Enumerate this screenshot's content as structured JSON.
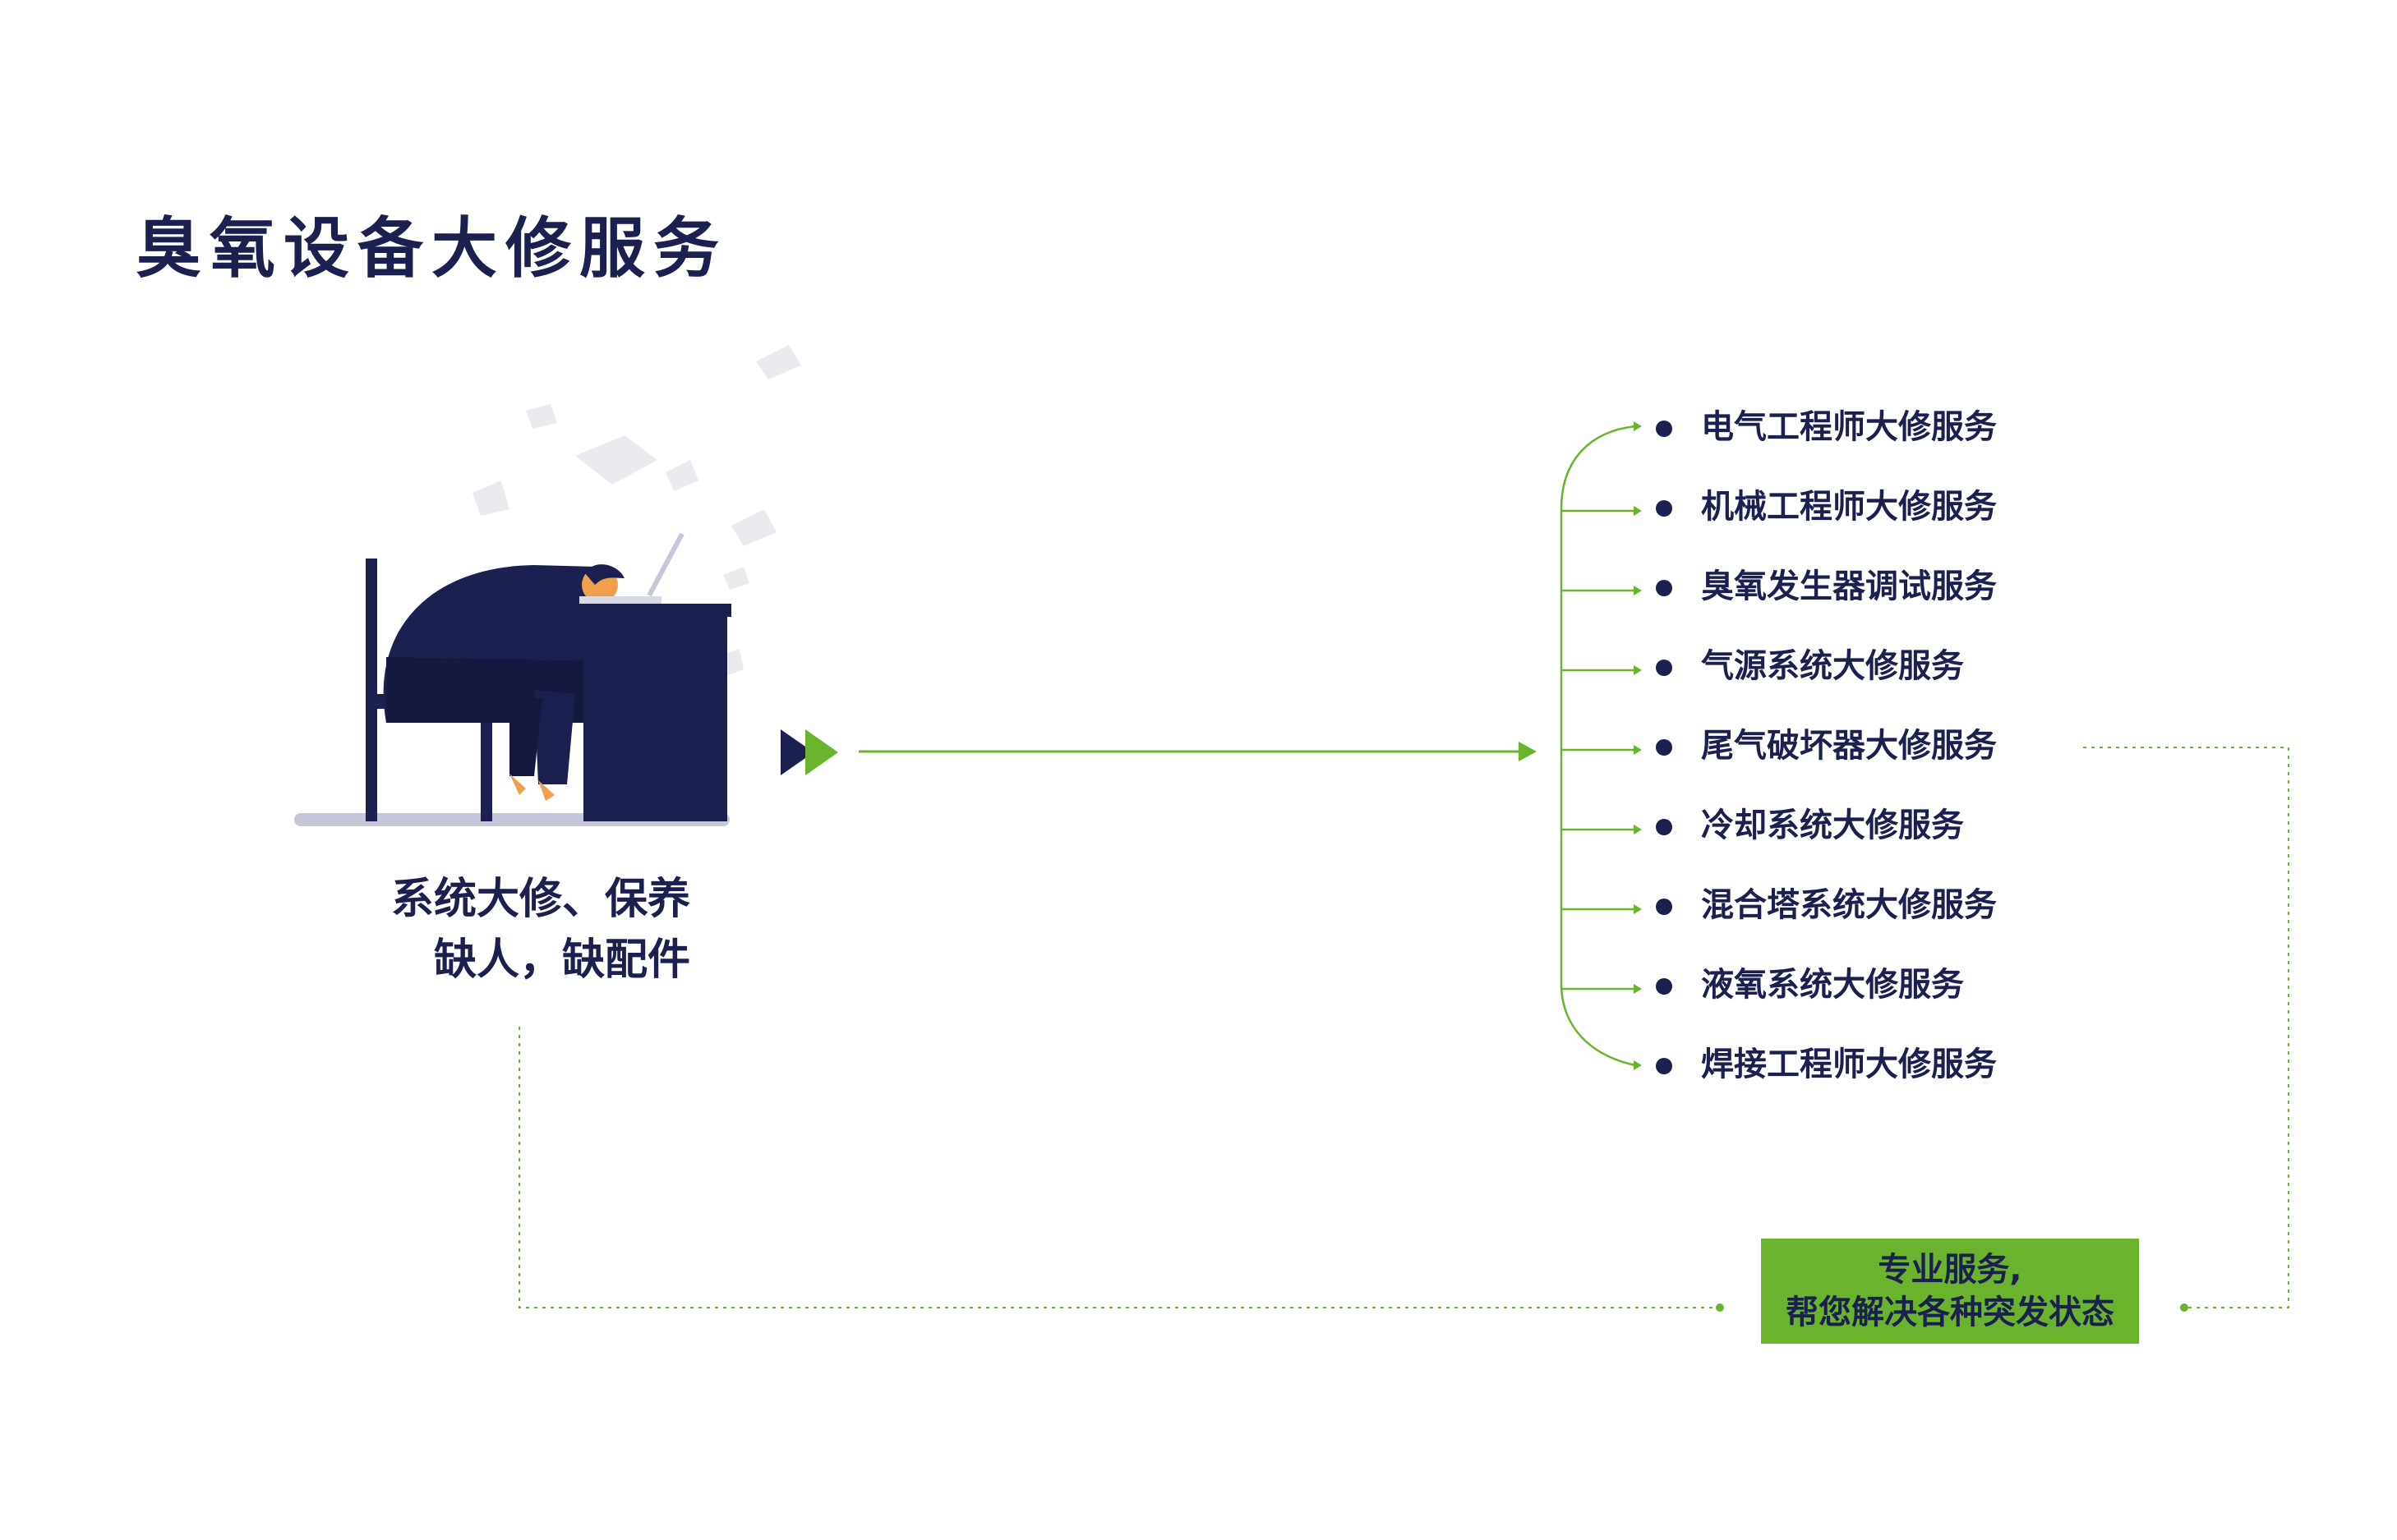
{
  "title": "臭氧设备大修服务",
  "colors": {
    "navy": "#1c2050",
    "green": "#6ab42d",
    "skin": "#f0a04b",
    "floor": "#c5c7d8"
  },
  "icons": {
    "illustration": "sleeping-worker-at-desk-icon",
    "arrow": "double-chevron-right-icon"
  },
  "problem": {
    "line1": "系统大修、保养",
    "line2": "缺人，缺配件"
  },
  "services": [
    "电气工程师大修服务",
    "机械工程师大修服务",
    "臭氧发生器调试服务",
    "气源系统大修服务",
    "尾气破坏器大修服务",
    "冷却系统大修服务",
    "混合塔系统大修服务",
    "液氧系统大修服务",
    "焊接工程师大修服务"
  ],
  "cta": {
    "line1": "专业服务,",
    "line2": "帮您解决各种突发状态"
  }
}
